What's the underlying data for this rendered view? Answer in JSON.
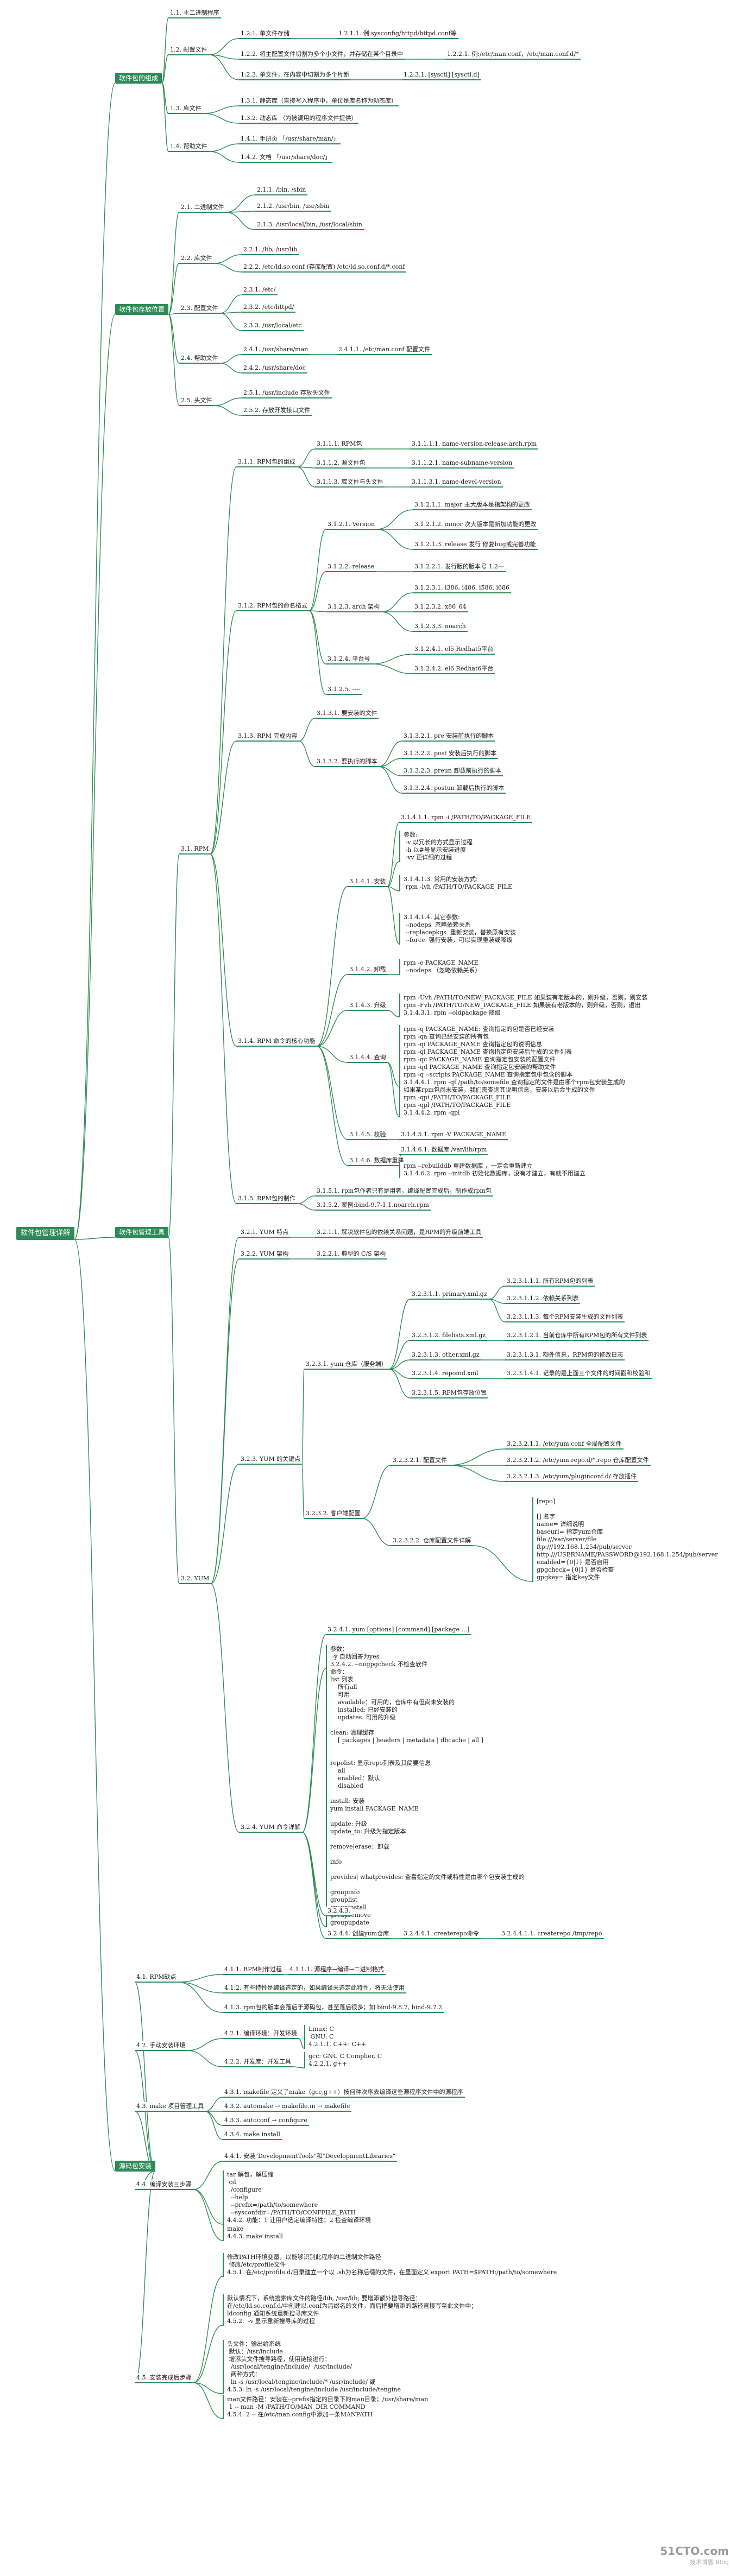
{
  "root": "软件包管理详解",
  "branches": [
    "软件包的组成",
    "软件包存放位置",
    "软件包管理工具",
    "源码包安装"
  ],
  "nodes": {
    "a1": "1.1. 主二进制程序",
    "a2": "1.2. 配置文件",
    "a21": "1.2.1. 单文件存储",
    "a211": "1.2.1.1. 例:sysconfig/httpd/httpd.conf等",
    "a22": "1.2.2. 将主配置文件切割为多个小文件，并存储在某个目录中",
    "a221": "1.2.2.1. 例:/etc/man.conf，/etc/man.conf.d/*",
    "a23": "1.2.3. 单文件，在内容中切割为多个片断",
    "a231": "1.2.3.1. [sysctl] [sysctl.d]",
    "a3": "1.3. 库文件",
    "a31": "1.3.1. 静态库（直接写入程序中，单位是库名称为动态库）",
    "a32": "1.3.2. 动态库 （为被调用的程序文件提供）",
    "a4": "1.4. 帮助文件",
    "a41": "1.4.1. 手册页 「/usr/share/man/」",
    "a42": "1.4.2. 文档 「/usr/share/doc/」",
    "b1": "2.1. 二进制文件",
    "b11": "2.1.1. /bin, /sbin",
    "b12": "2.1.2. /usr/bin, /usr/sbin",
    "b13": "2.1.3. /usr/local/bin, /usr/local/sbin",
    "b2": "2.2. 库文件",
    "b21": "2.2.1. /lib, /usr/lib",
    "b22": "2.2.2. /etc/ld.so.conf (存库配置) /etc/ld.so.conf.d/*.conf",
    "b3": "2.3. 配置文件",
    "b31": "2.3.1. /etc/",
    "b32": "2.3.2. /etc/httpd/",
    "b33": "2.3.3. /usr/local/etc",
    "b4": "2.4. 帮助文件",
    "b41": "2.4.1. /usr/share/man",
    "b411": "2.4.1.1. /etc/man.conf 配置文件",
    "b42": "2.4.2. /usr/share/doc",
    "b5": "2.5. 头文件",
    "b51": "2.5.1. /usr/include 存放头文件",
    "b52": "2.5.2. 存放开发接口文件",
    "c1": "3.1. RPM",
    "c11": "3.1.1. RPM包的组成",
    "c111": "3.1.1.1. RPM包",
    "c1111": "3.1.1.1.1. name-version-release.arch.rpm",
    "c112": "3.1.1.2. 源文件包",
    "c1121": "3.1.1.2.1. name-subname-version",
    "c113": "3.1.1.3. 库文件与头文件",
    "c1131": "3.1.1.3.1. name-devel-version",
    "c12": "3.1.2. RPM包的命名格式",
    "c121": "3.1.2.1. Version",
    "c1211": "3.1.2.1.1. major 主大版本是指架构的更改",
    "c1212": "3.1.2.1.2. minor 次大版本是新加功能的更改",
    "c1213": "3.1.2.1.3. release 发行 修复bug或完善功能",
    "c122": "3.1.2.2. release",
    "c1221": "3.1.2.2.1. 发行版的版本号 1.2---",
    "c123": "3.1.2.3. arch 架构",
    "c1231": "3.1.2.3.1. i386, i486, i586, i686",
    "c1232": "3.1.2.3.2. x86_64",
    "c1233": "3.1.2.3.3. noarch",
    "c124": "3.1.2.4. 平台号",
    "c1241": "3.1.2.4.1. el5 Redhat5平台",
    "c1242": "3.1.2.4.2. el6 Redhat6平台",
    "c125": "3.1.2.5. ----",
    "c13": "3.1.3. RPM 完成内容",
    "c131": "3.1.3.1. 要安装的文件",
    "c132": "3.1.3.2. 要执行的脚本",
    "c1321": "3.1.3.2.1. pre 安装前执行的脚本",
    "c1322": "3.1.3.2.2. post 安装后执行的脚本",
    "c1323": "3.1.3.2.3. preun 卸载前执行的脚本",
    "c1324": "3.1.3.2.4. postun 卸载后执行的脚本",
    "c14": "3.1.4. RPM 命令的核心功能",
    "c141": "3.1.4.1. 安装",
    "c1411": "3.1.4.1.1. rpm -i /PATH/TO/PACKAGE_FILE",
    "c1412": "参数:\n -v 以冗长的方式显示过程\n -h 以#号显示安装进度\n -vv 更详细的过程",
    "c1413": "3.1.4.1.3. 常用的安装方式:\n rpm -ivh /PATH/TO/PACKAGE_FILE",
    "c1414": "3.1.4.1.4. 其它参数:\n --nodeps  忽略依赖关系\n --replacepkgs  重新安装，替换原有安装\n --force  强行安装，可以实现重装或降级",
    "c142": "3.1.4.2. 卸载",
    "c1421": "rpm -e PACKAGE_NAME\n --nodeps （忽略依赖关系）",
    "c143": "3.1.4.3. 升级",
    "c1431": "rpm -Uvh /PATH/TO/NEW_PACKAGE_FILE 如果装有老版本的，则升级，否则，则安装\nrpm -Fvh /PATH/TO/NEW_PACKAGE_FILE 如果装有老版本的，则升级，否则，退出\n3.1.4.3.1. rpm --oldpackage 降级",
    "c144": "3.1.4.4. 查询",
    "c1441": "rpm -q PACKAGE_NAME: 查询指定的包是否已经安装\nrpm -qa 查询已经安装的所有包\nrpm -qi PACKAGE_NAME 查询指定包的说明信息\nrpm -ql PACKAGE_NAME 查询指定包安装后生成的文件列表\nrpm -qc PACKAGE_NAME 查询指定包安装的配置文件\nrpm -qd PACKAGE_NAME 查询指定包安装的帮助文件\nrpm -q --scripts PACKAGE_NAME 查询指定包中包含的脚本\n3.1.4.4.1. rpm -qf /path/to/somefile 查询指定的文件是由哪个rpm包安装生成的",
    "c1442": "如果某rpm包尚未安装，我们需查询其说明信息，安装以后会生成的文件\nrpm -qpi /PATH/TO/PACKAGE_FILE\nrpm -qpl /PATH/TO/PACKAGE_FILE\n3.1.4.4.2. rpm -qpl",
    "c145": "3.1.4.5. 校验",
    "c1451": "3.1.4.5.1. rpm -V PACKAGE_NAME",
    "c146": "3.1.4.6. 数据库重建",
    "c1461": "3.1.4.6.1. 数据库 /var/lib/rpm",
    "c1462": "rpm --rebuilddb 重建数据库 ，一定会重新建立\n3.1.4.6.2. rpm --initdb 初始化数据库，没有才建立，有就不用建立",
    "c15": "3.1.5. RPM包的制作",
    "c151": "3.1.5.1. rpm包作者只有是用者，编译配置完成后，制作成rpm包",
    "c152": "3.1.5.2. 案例:bind-9.7-1.1.noarch.rpm",
    "d1": "3.2. YUM",
    "d11": "3.2.1. YUM 特点",
    "d111": "3.2.1.1. 解决软件包的依赖关系问题，是RPM的升级前端工具",
    "d12": "3.2.2. YUM 架构",
    "d121": "3.2.2.1. 典型的 C/S 架构",
    "d13": "3.2.3. YUM 的关键点",
    "d131": "3.2.3.1. yum 仓库（服务端）",
    "d1311": "3.2.3.1.1. primary.xml.gz",
    "d13111": "3.2.3.1.1.1. 所有RPM包的列表",
    "d13112": "3.2.3.1.1.2. 依赖关系列表",
    "d13113": "3.2.3.1.1.3. 每个RPM安装生成的文件列表",
    "d1312": "3.2.3.1.2. filelists.xml.gz",
    "d13121": "3.2.3.1.2.1. 当前仓库中所有RPM包的所有文件列表",
    "d1313": "3.2.3.1.3. other.xml.gz",
    "d13131": "3.2.3.1.3.1. 额外信息，RPM包的修改日志",
    "d1314": "3.2.3.1.4. repomd.xml",
    "d13141": "3.2.3.1.4.1. 记录的是上面三个文件的时间戳和校验和",
    "d1315": "3.2.3.1.5. RPM包存放位置",
    "d132": "3.2.3.2. 客户端配置",
    "d1321": "3.2.3.2.1. 配置文件",
    "d13211": "3.2.3.2.1.1. /etc/yum.conf 全局配置文件",
    "d13212": "3.2.3.2.1.2. /etc/yum.repo.d/*.repo 仓库配置文件",
    "d13213": "3.2.3.2.1.3. /etc/yum/pluginconf.d/ 存放插件",
    "d1322": "3.2.3.2.2. 仓库配置文件详解",
    "d13221": "[repo]\n\n[] 名字\nname= 详细说明\nbaseurl= 指定yum仓库\nfile:///var/server/file\nftp:///192.168.1.254/pub/server\nhttp:///USERNAME/PASSWORD@192.168.1.254/pub/server\nenabled={0|1} 是否启用\ngpgcheck={0|1} 是否检查\ngpgkey= 指定key文件",
    "d14": "3.2.4. YUM 命令详解",
    "d141": "3.2.4.1. yum [options] [command] [package ...]",
    "d142": "参数：\n -y 自动回答为yes\n3.2.4.2. --nogpgcheck 不检查软件",
    "d143": "命令：\nlist 列表\n    所有all\n    可用\n    available：可用的，仓库中有但尚未安装的\n    installed: 已经安装的\n    updates: 可用的升级\n\nclean: 清理缓存\n    [ packages | headers | metadata | dbcache | all ]\n\n\nrepolist: 显示repo列表及其简要信息\n    all\n    enabled：默认\n    disabled\n\ninstall: 安装\nyum install PACKAGE_NAME\n\nupdate: 升级\nupdate_to: 升级为指定版本\n\nremove|erase：卸载\n\ninfo\n\nprovides| whatprovides: 查看指定的文件或特性是由哪个包安装生成的\n\ngroupinfo\ngrouplist\ngroupinstall\ngroupremove\ngroupupdate",
    "d144": "3.2.4.3.",
    "d145": "3.2.4.4. 创建yum仓库",
    "d1451": "3.2.4.4.1. createrepo命令",
    "d1452": "3.2.4.4.1.1. createrepo /tmp/repo",
    "e1": "4.1. RPM缺点",
    "e11": "4.1.1. RPM制作过程",
    "e111": "4.1.1.1. 源程序→编译→二进制格式",
    "e12": "4.1.2. 有些特性是编译选定的，如果编译未选定此特性，将无法使用",
    "e13": "4.1.3. rpm包的版本会落后于源码包，甚至落后很多；如 bind-9.8.7, bind-9.7.2",
    "e2": "4.2. 手动安装环境",
    "e21": "4.2.1. 编译环境：开发环境",
    "e211": "Linux: C\n GNU: C\n4.2.1.1. C++: C++",
    "e22": "4.2.2. 开发库：开发工具",
    "e221": "gcc: GNU C Complier, C\n4.2.2.1. g++",
    "e3": "4.3. make 项目管理工具",
    "e31": "4.3.1. makefile 定义了make（gcc,g++）按何种次序去编译这些源程序文件中的源程序",
    "e32": "4.3.2. automake → makefile.in → makefile",
    "e33": "4.3.3. autoconf → configure",
    "e34": "4.3.4. make install",
    "e4": "4.4. 编译安装三步骤",
    "e41": "4.4.1. 安装\"DevelopmentTools\"和\"DevelopmentLibraries\"",
    "e42": "tar 解包，解压缩\n cd\n ./configure\n  --help\n  --prefix=/path/to/somewhere\n  --sysconfdir=/PATH/TO/CONFFILE_PATH\n4.4.2. 功能：1 让用户选定编译特性；2 检查编译环境",
    "e43": "make\n4.4.3. make install",
    "e5": "4.5. 安装完成后步骤",
    "e51": "修改PATH环境变量，以能够识别此程序的二进制文件路径\n 修改/etc/profile文件\n4.5.1. 在/etc/profile.d/目录建立一个以 .sh为名称后缀的文件，在里面定义 export PATH=$PATH:/path/to/somewhere",
    "e52": "默认情况下，系统搜索库文件的路径/lib, /usr/lib; 要增添额外搜寻路径：\n在/etc/ld.so.conf.d/中创建以.conf为后缀名的文件，而后把要增添的路径直接写至此文件中；\nldconfig 通知系统重新搜寻库文件\n4.5.2.  -v 显示重新搜寻库的过程",
    "e53": "头文件：输出给系统\n 默认：/usr/include\n 增添头文件搜寻路径，使用链接进行：\n  /usr/local/tengine/include/  /usr/include/\n  两种方式：\n  ln -s /usr/local/tengine/include/* /usr/include/ 或\n4.5.3. ln -s /usr/local/tengine/include /usr/include/tengine",
    "e54": "man文件路径：安装在--prefix指定的目录下的man目录；/usr/share/man\n 1 -- man -M /PATH/TO/MAN_DIR COMMAND\n4.5.4. 2 -- 在/etc/man.config中添加一条MANPATH"
  },
  "watermark": {
    "site": "51CTO.com",
    "sub": "技术博客",
    "blog": "Blog"
  },
  "colors": {
    "accent": "#2e8b57",
    "line": "#2e8b57",
    "text": "#1a1a1a"
  }
}
